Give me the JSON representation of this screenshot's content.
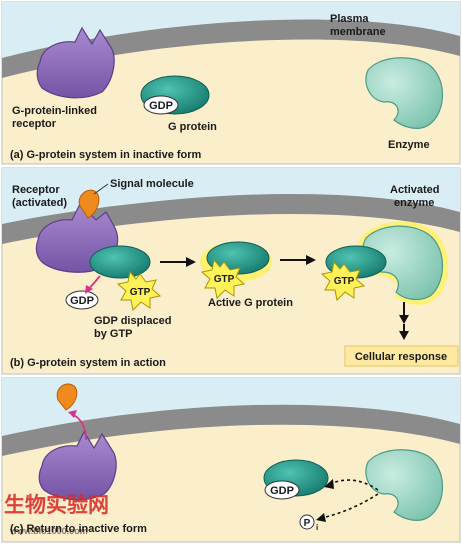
{
  "panel_a": {
    "plasma_membrane_line1": "Plasma",
    "plasma_membrane_line2": "membrane",
    "receptor_line1": "G-protein-linked",
    "receptor_line2": "receptor",
    "gdp_label": "GDP",
    "g_protein_label": "G protein",
    "enzyme_label": "Enzyme",
    "caption": "(a) G-protein system in inactive form"
  },
  "panel_b": {
    "receptor_line1": "Receptor",
    "receptor_line2": "(activated)",
    "signal_molecule_label": "Signal molecule",
    "activated_enzyme_line1": "Activated",
    "activated_enzyme_line2": "enzyme",
    "gtp_label": "GTP",
    "gdp_label": "GDP",
    "gdp_displaced_line1": "GDP displaced",
    "gdp_displaced_line2": "by GTP",
    "active_g_protein_label": "Active G protein",
    "cellular_response_label": "Cellular response",
    "caption": "(b) G-protein system in action"
  },
  "panel_c": {
    "gdp_label": "GDP",
    "pi_symbol": "P",
    "pi_subscript": "i",
    "caption": "(c) Return to inactive form"
  },
  "watermark": {
    "chinese_text": "生物实验网",
    "url_text": "www.bio1000.com"
  },
  "colors": {
    "membrane": "#8b8b8b",
    "extracellular": "#d8edf4",
    "cytoplasm": "#fbeecb",
    "receptor": "#8f6cb8",
    "g_protein": "#1f8f80",
    "enzyme": "#9ad3c2",
    "signal_molecule": "#ee8a1e",
    "gtp_burst": "#fff15a",
    "response_box": "#fde9a0"
  }
}
